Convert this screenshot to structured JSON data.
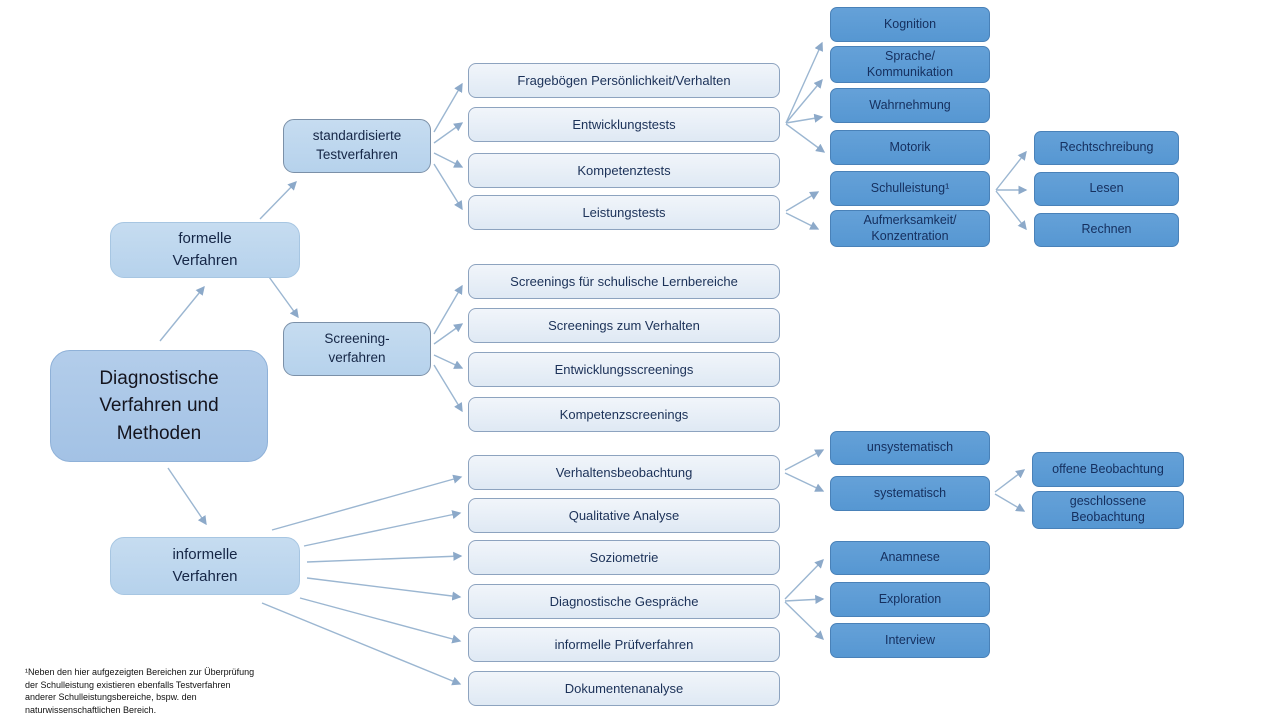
{
  "palette": {
    "dark_box": "#5B9BD5",
    "medium_box": "#BDD7EE",
    "light_box": "#E9EFF7",
    "root_box": "#ABC8E8",
    "connector": "#98B4CF",
    "text": "#17305C"
  },
  "nodes": {
    "root": "Diagnostische\nVerfahren und\nMethoden",
    "formelle": "formelle\nVerfahren",
    "informelle": "informelle\nVerfahren",
    "standardisierte": "standardisierte\nTestverfahren",
    "screeningverfahren": "Screening-\nverfahren",
    "fragebogen": "Fragebögen Persönlichkeit/Verhalten",
    "entwicklungstests": "Entwicklungstests",
    "kompetenztests": "Kompetenztests",
    "leistungstests": "Leistungstests",
    "screenings_lernbereiche": "Screenings für schulische Lernbereiche",
    "screenings_verhalten": "Screenings zum Verhalten",
    "entwicklungsscreenings": "Entwicklungsscreenings",
    "kompetenzscreenings": "Kompetenzscreenings",
    "verhaltensbeobachtung": "Verhaltensbeobachtung",
    "qualitative_analyse": "Qualitative Analyse",
    "soziometrie": "Soziometrie",
    "diagnostische_gespraeche": "Diagnostische Gespräche",
    "informelle_pruefverfahren": "informelle Prüfverfahren",
    "dokumentenanalyse": "Dokumentenanalyse",
    "kognition": "Kognition",
    "sprache_kommunikation": "Sprache/\nKommunikation",
    "wahrnehmung": "Wahrnehmung",
    "motorik": "Motorik",
    "schulleistung": "Schulleistung¹",
    "aufmerksamkeit_konzentration": "Aufmerksamkeit/\nKonzentration",
    "rechtschreibung": "Rechtschreibung",
    "lesen": "Lesen",
    "rechnen": "Rechnen",
    "unsystematisch": "unsystematisch",
    "systematisch": "systematisch",
    "offene_beobachtung": "offene Beobachtung",
    "geschlossene_beobachtung": "geschlossene\nBeobachtung",
    "anamnese": "Anamnese",
    "exploration": "Exploration",
    "interview": "Interview"
  },
  "footnote": "¹Neben den hier aufgezeigten Bereichen zur Überprüfung\nder Schulleistung existieren ebenfalls Testverfahren\nanderer Schulleistungsbereiche, bspw. den\nnaturwissenschaftlichen Bereich."
}
